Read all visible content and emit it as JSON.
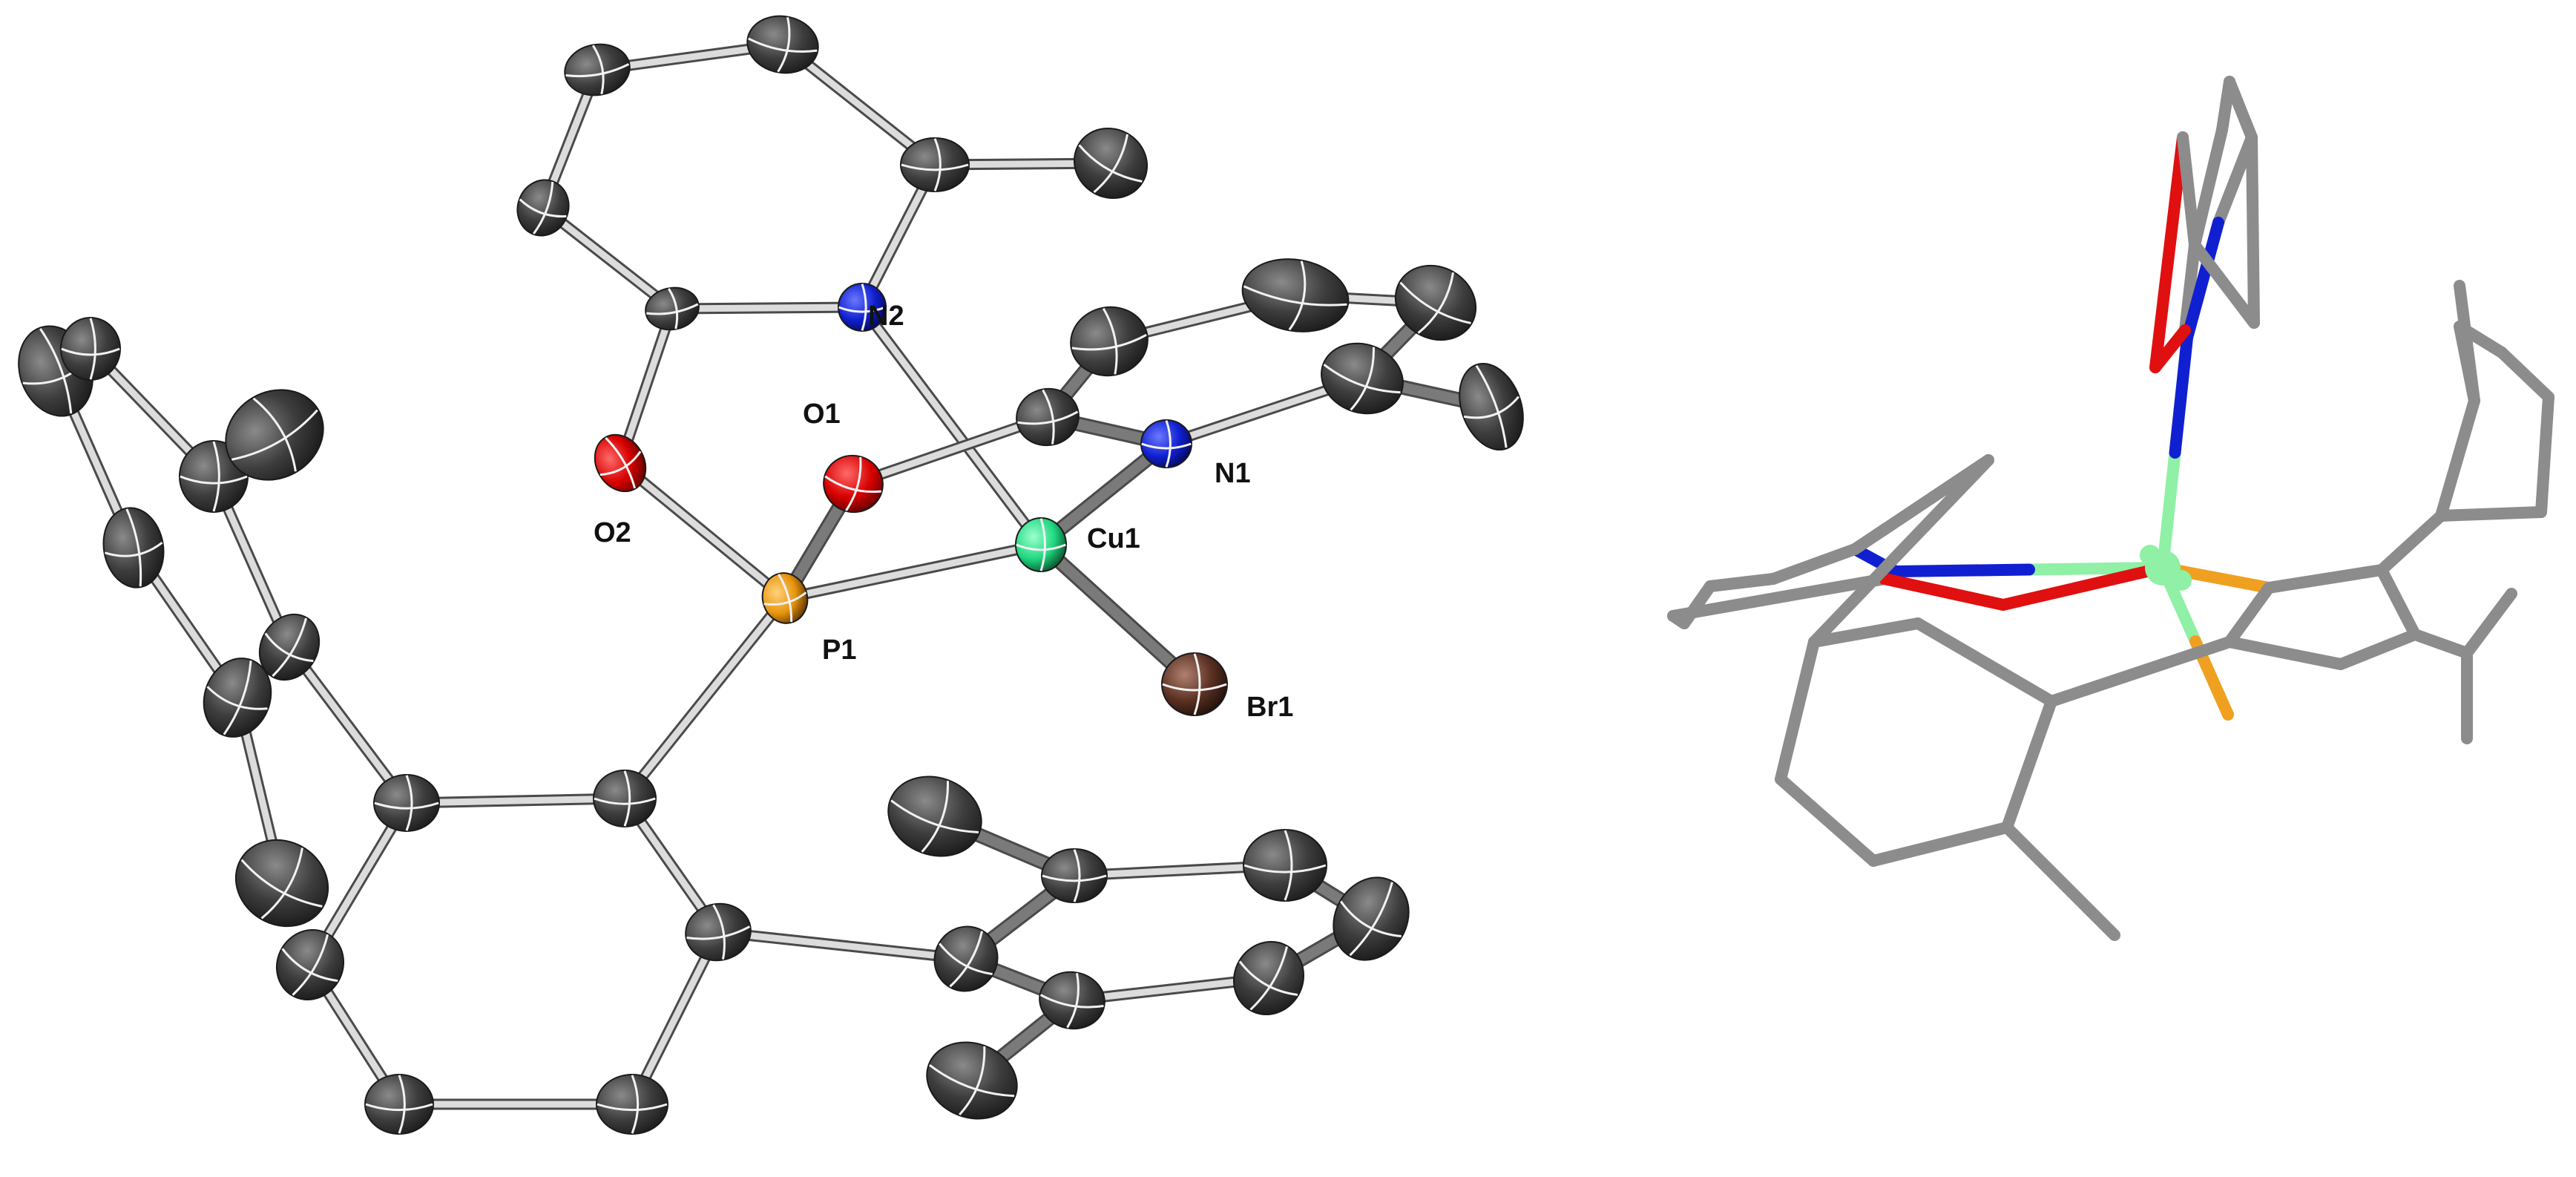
{
  "colors": {
    "carbon": "#555555",
    "carbon_dark": "#333333",
    "bond_light": "#dcdcdc",
    "bond_dark": "#7a7a7a",
    "oxygen": "#e01010",
    "nitrogen": "#1020d0",
    "phosphorus": "#f0a020",
    "copper": "#2ee08a",
    "bromine": "#6a3a2a",
    "stick_carbon": "#8c8c8c",
    "stick_copper": "#8ff0a6"
  },
  "labels": {
    "N2": "N2",
    "O1": "O1",
    "N1": "N1",
    "O2": "O2",
    "Cu1": "Cu1",
    "P1": "P1",
    "Br1": "Br1"
  }
}
